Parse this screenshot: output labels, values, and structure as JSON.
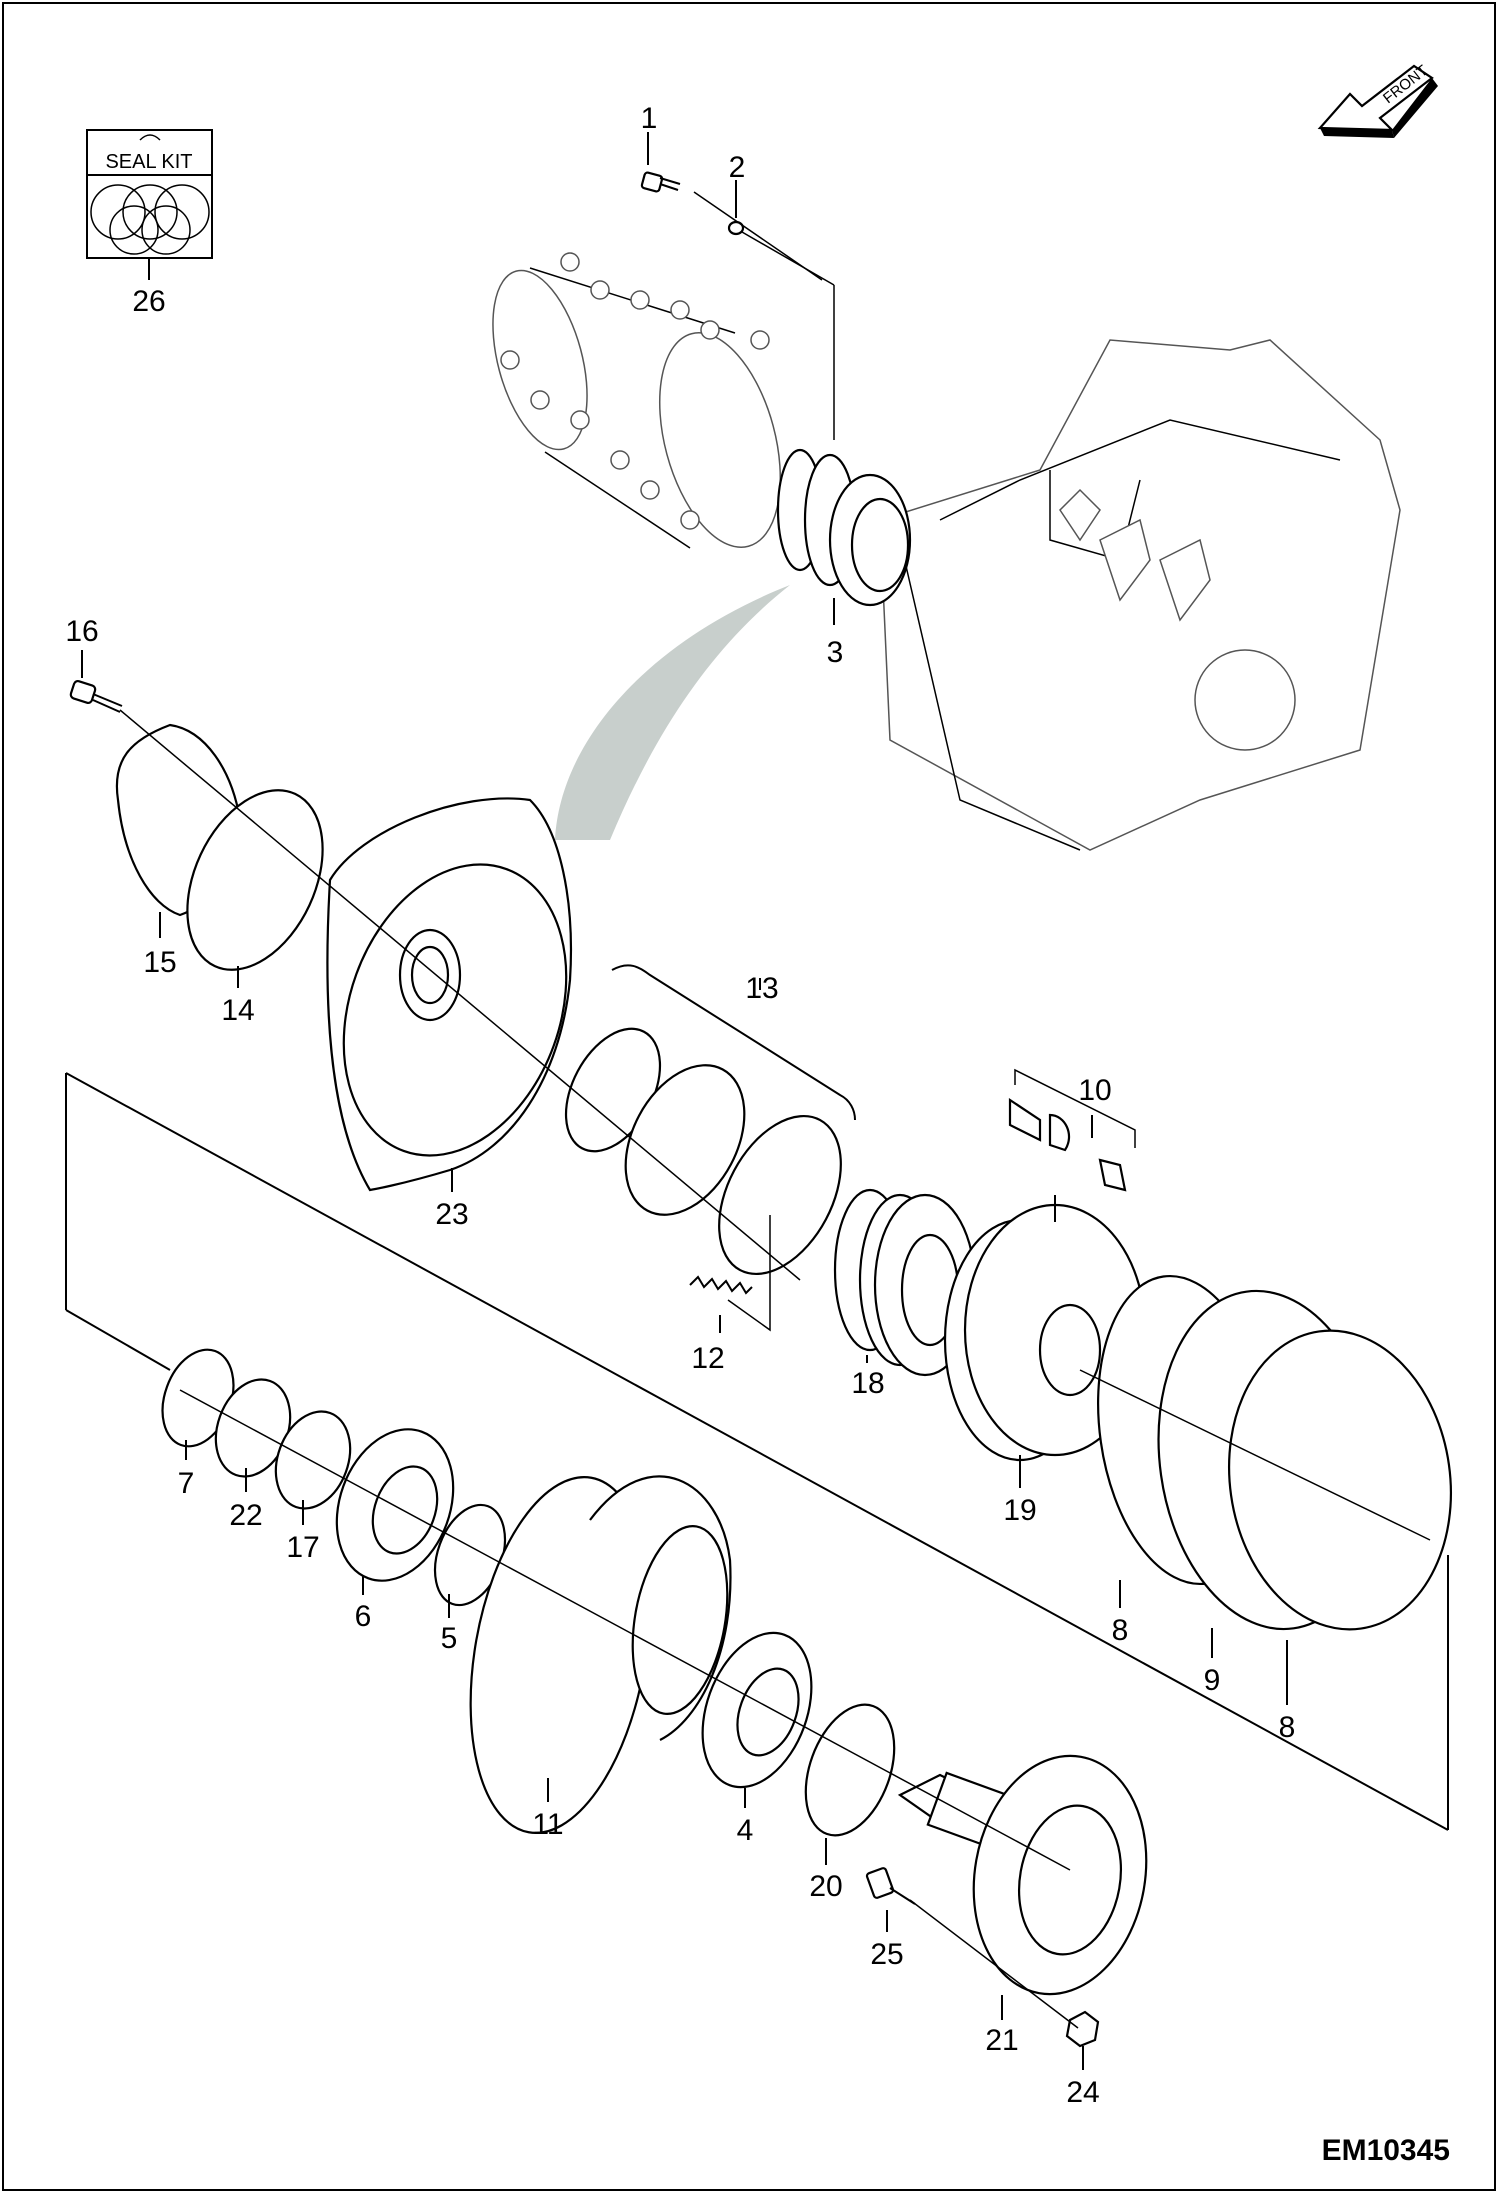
{
  "seal_kit": {
    "label": "SEAL KIT"
  },
  "orientation": {
    "label": "FRONT"
  },
  "drawing_code": "EM10345",
  "callouts": [
    {
      "id": "c1",
      "text": "1"
    },
    {
      "id": "c2",
      "text": "2"
    },
    {
      "id": "c3",
      "text": "3"
    },
    {
      "id": "c4",
      "text": "4"
    },
    {
      "id": "c5",
      "text": "5"
    },
    {
      "id": "c6",
      "text": "6"
    },
    {
      "id": "c7",
      "text": "7"
    },
    {
      "id": "c8a",
      "text": "8"
    },
    {
      "id": "c8b",
      "text": "8"
    },
    {
      "id": "c9",
      "text": "9"
    },
    {
      "id": "c10",
      "text": "10"
    },
    {
      "id": "c11",
      "text": "11"
    },
    {
      "id": "c12",
      "text": "12"
    },
    {
      "id": "c13",
      "text": "13"
    },
    {
      "id": "c14",
      "text": "14"
    },
    {
      "id": "c15",
      "text": "15"
    },
    {
      "id": "c16",
      "text": "16"
    },
    {
      "id": "c17",
      "text": "17"
    },
    {
      "id": "c18",
      "text": "18"
    },
    {
      "id": "c19",
      "text": "19"
    },
    {
      "id": "c20",
      "text": "20"
    },
    {
      "id": "c21",
      "text": "21"
    },
    {
      "id": "c22",
      "text": "22"
    },
    {
      "id": "c23",
      "text": "23"
    },
    {
      "id": "c24",
      "text": "24"
    },
    {
      "id": "c25",
      "text": "25"
    },
    {
      "id": "c26",
      "text": "26"
    }
  ]
}
